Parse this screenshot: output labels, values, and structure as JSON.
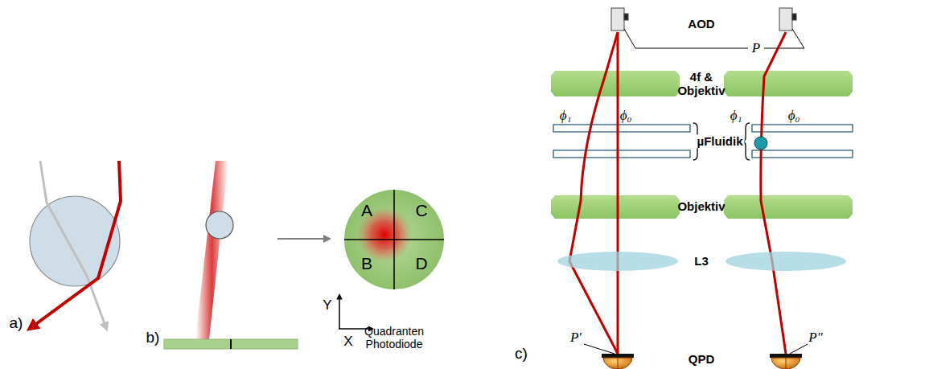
{
  "diagram": {
    "nodes": [
      {
        "text": [
          "A",
          "C",
          "B",
          "D"
        ]
      }
    ],
    "labels": [
      "a)",
      "b)",
      "Y",
      "X",
      "Quadranten Photodiode",
      "c)",
      "AOD",
      "P",
      "4f & Objektiv",
      "ϕ₁",
      "ϕ₀",
      "ϕ₁",
      "ϕ₀",
      "µFluidik",
      "Objektiv",
      "L3",
      "P′",
      "P″",
      "QPD"
    ]
  }
}
